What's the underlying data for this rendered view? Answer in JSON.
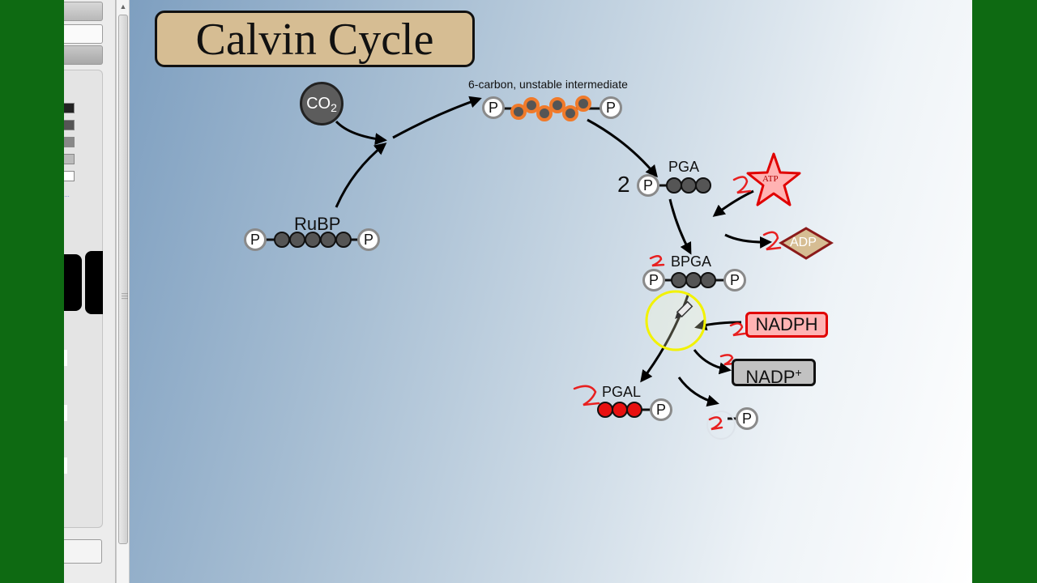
{
  "title": "Calvin Cycle",
  "molecules": {
    "co2": {
      "text": "CO",
      "sub": "2"
    },
    "rubp": "RuBP",
    "intermediate": "6-carbon, unstable intermediate",
    "pga": "PGA",
    "pga_coefficient": "2",
    "bpga": "BPGA",
    "pgal": "PGAL",
    "phosphate": "P",
    "atp": "ATP",
    "adp": "ADP",
    "nadph": "NADPH",
    "nadp": {
      "text": "NADP",
      "sup": "+"
    }
  },
  "colors": {
    "frame": "#0e6a12",
    "carbon_gray": "#555555",
    "carbon_orange": "#f07a2a",
    "carbon_red": "#e81010",
    "handwriting_red": "#e82020",
    "highlight_cursor": "#f2f200",
    "plaque": "#d6bd93"
  },
  "icons": [
    "pen-cursor-icon",
    "atp-star-icon",
    "adp-diamond-icon",
    "scroll-up-icon"
  ]
}
